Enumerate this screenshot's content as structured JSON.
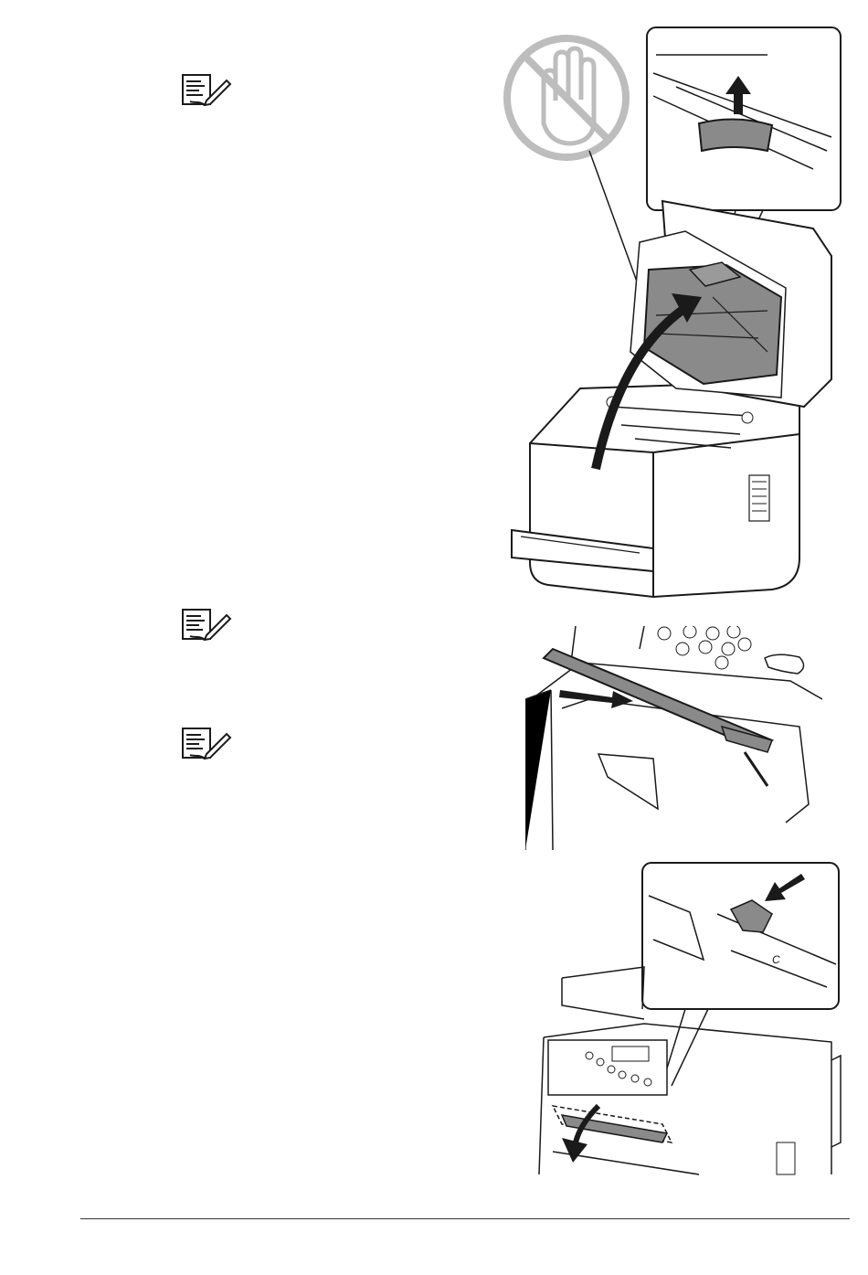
{
  "page": {
    "note_icon": "note-pencil-icon",
    "illustrations": [
      {
        "name": "open-printer-top-illustration",
        "icons": [
          "no-touch-hand-icon",
          "up-arrow-icon",
          "curved-arrow-icon"
        ]
      },
      {
        "name": "insert-part-illustration",
        "icons": [
          "insert-arrow-icon"
        ]
      },
      {
        "name": "close-printer-illustration",
        "icons": [
          "press-arrow-icon",
          "down-curved-arrow-icon"
        ]
      }
    ],
    "illustration_labels": {
      "detail_mark": "C"
    },
    "colors": {
      "line": "#1a1a1a",
      "part_fill": "#8a8a8a",
      "no_touch": "#bdbdbd",
      "rule": "#333333"
    }
  }
}
